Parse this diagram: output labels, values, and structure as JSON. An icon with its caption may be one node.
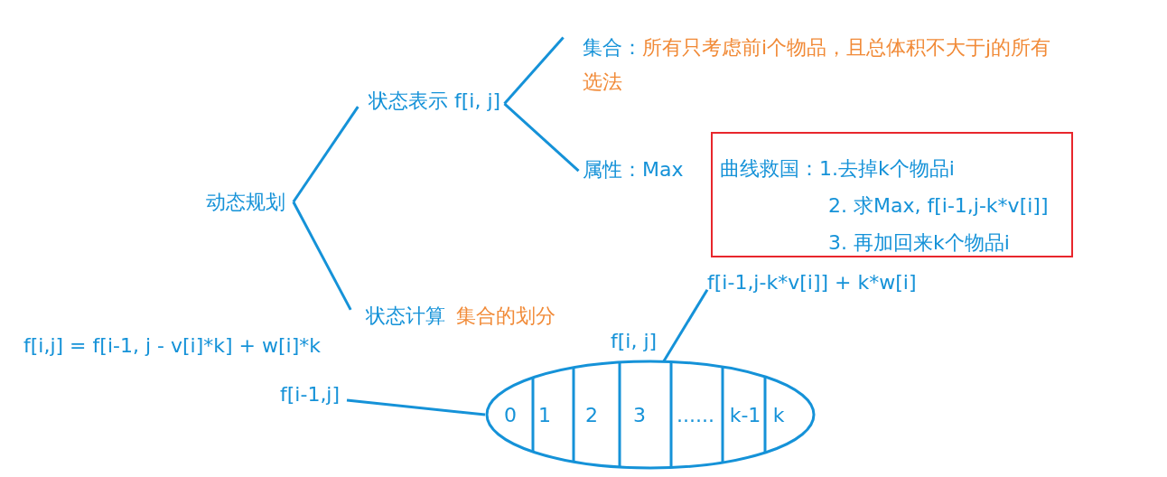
{
  "diagram": {
    "nodes": [
      {
        "text": [
          "动态规划"
        ]
      },
      {
        "text": [
          "状态表示 f[i, j]"
        ]
      },
      {
        "text": [
          "状态计算",
          "集合的划分"
        ]
      },
      {
        "text": [
          "集合：",
          "所有只考虑前i个物品，且总体积不大于j的所有选法"
        ]
      },
      {
        "text": [
          "属性：Max"
        ]
      },
      {
        "text": [
          "曲线救国：1.去掉k个物品i",
          "2. 求Max, f[i-1,j-k*v[i]]",
          "3. 再加回来k个物品i"
        ]
      },
      {
        "text": [
          "0",
          "1",
          "2",
          "3",
          "......",
          "k-1",
          "k"
        ]
      },
      {
        "text": [
          "f[i-1,j]"
        ]
      },
      {
        "text": [
          "f[i-1,j-k*v[i]] + k*w[i]"
        ]
      }
    ],
    "edges": [
      {
        "from": 0,
        "to": 1,
        "arrow": "none"
      },
      {
        "from": 0,
        "to": 2,
        "arrow": "none"
      },
      {
        "from": 1,
        "to": 3,
        "arrow": "none"
      },
      {
        "from": 1,
        "to": 4,
        "arrow": "none"
      },
      {
        "from": 7,
        "to": 6,
        "arrow": "none"
      },
      {
        "from": 8,
        "to": 6,
        "arrow": "none"
      }
    ],
    "labels": [
      "f[i,j] = f[i-1, j - v[i]*k] + w[i]*k",
      "f[i, j]"
    ]
  }
}
